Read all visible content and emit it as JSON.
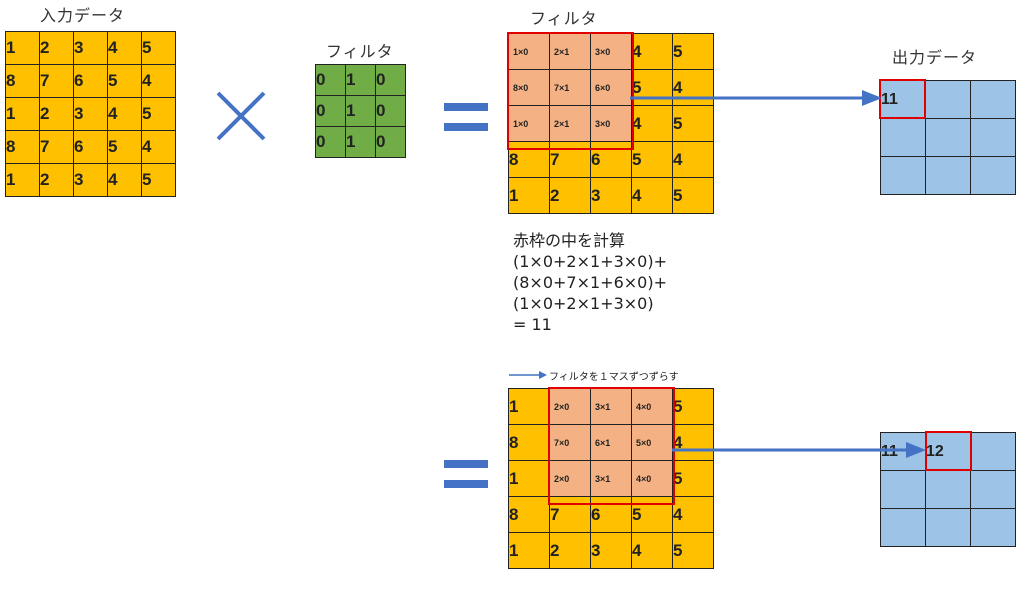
{
  "labels": {
    "input": "入力データ",
    "filter": "フィルタ",
    "filter_top": "フィルタ",
    "output": "出力データ"
  },
  "input_grid": [
    [
      "1",
      "2",
      "3",
      "4",
      "5"
    ],
    [
      "8",
      "7",
      "6",
      "5",
      "4"
    ],
    [
      "1",
      "2",
      "3",
      "4",
      "5"
    ],
    [
      "8",
      "7",
      "6",
      "5",
      "4"
    ],
    [
      "1",
      "2",
      "3",
      "4",
      "5"
    ]
  ],
  "filter_grid": [
    [
      "0",
      "1",
      "0"
    ],
    [
      "0",
      "1",
      "0"
    ],
    [
      "0",
      "1",
      "0"
    ]
  ],
  "step1_grid": [
    [
      "1×0",
      "2×1",
      "3×0",
      "4",
      "5"
    ],
    [
      "8×0",
      "7×1",
      "6×0",
      "5",
      "4"
    ],
    [
      "1×0",
      "2×1",
      "3×0",
      "4",
      "5"
    ],
    [
      "8",
      "7",
      "6",
      "5",
      "4"
    ],
    [
      "1",
      "2",
      "3",
      "4",
      "5"
    ]
  ],
  "calc_lines": [
    "赤枠の中を計算",
    "(1×0+2×1+3×0)+",
    "(8×0+7×1+6×0)+",
    "(1×0+2×1+3×0)",
    "= 11"
  ],
  "output1_grid": [
    [
      "11",
      "",
      ""
    ],
    [
      "",
      "",
      ""
    ],
    [
      "",
      "",
      ""
    ]
  ],
  "shift_note": "フィルタを１マスずつずらす",
  "step2_grid": [
    [
      "1",
      "2×0",
      "3×1",
      "4×0",
      "5"
    ],
    [
      "8",
      "7×0",
      "6×1",
      "5×0",
      "4"
    ],
    [
      "1",
      "2×0",
      "3×1",
      "4×0",
      "5"
    ],
    [
      "8",
      "7",
      "6",
      "5",
      "4"
    ],
    [
      "1",
      "2",
      "3",
      "4",
      "5"
    ]
  ],
  "output2_grid": [
    [
      "11",
      "12",
      ""
    ],
    [
      "",
      "",
      ""
    ],
    [
      "",
      "",
      ""
    ]
  ],
  "colors": {
    "input_cell": "#ffc000",
    "filter_cell": "#70ad47",
    "highlight_cell": "#f4b183",
    "output_cell": "#9dc3e6",
    "red_frame": "#e00000",
    "arrow": "#4472c4"
  }
}
